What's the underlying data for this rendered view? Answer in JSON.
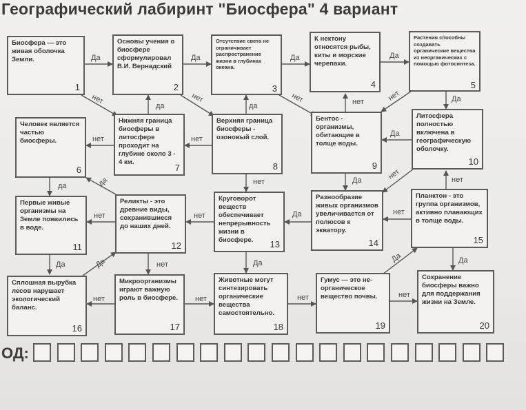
{
  "title": "Географический лабиринт \"Биосфера\"  4 вариант",
  "yes_label": "Да",
  "yes_label_lower": "да",
  "no_label": "нет",
  "code_label": "ОД:",
  "code_cells": 20,
  "boxes": {
    "b1": {
      "text": "Биосфера — это живая оболочка Земли.",
      "num": "1"
    },
    "b2": {
      "text": "Основы учения о биосфере сформулировал В.И. Вернадский",
      "num": "2"
    },
    "b3": {
      "text": "Отсутствие света не ограничивает распространение жизни в глубинах океана.",
      "num": "3"
    },
    "b4": {
      "text": "К нектону относятся рыбы, киты и морские черепахи.",
      "num": "4"
    },
    "b5": {
      "text": "Растения способны создавать органические вещества из неорганических с помощью фотосинтеза.",
      "num": "5"
    },
    "b6": {
      "text": "Человек является частью биосферы.",
      "num": "6"
    },
    "b7": {
      "text": "Нижняя граница биосферы в литосфере проходит на глубине около 3 - 4 км.",
      "num": "7"
    },
    "b8": {
      "text": "Верхняя граница биосферы - озоновый слой.",
      "num": "8"
    },
    "b9": {
      "text": "Бентос - организмы, обитающие в толще воды.",
      "num": "9"
    },
    "b10": {
      "text": "Литосфера полностью включена в географическую оболочку.",
      "num": "10"
    },
    "b11": {
      "text": "Первые живые организмы на Земле появились в воде.",
      "num": "11"
    },
    "b12": {
      "text": "Реликты - это древние виды, сохранившиеся до наших дней.",
      "num": "12"
    },
    "b13": {
      "text": "Круговорот веществ обеспечивает непрерывность жизни в биосфере.",
      "num": "13"
    },
    "b14": {
      "text": "Разнообразие живых организмов увеличивается от полюсов к экватору.",
      "num": "14"
    },
    "b15": {
      "text": "Планктон - это группа организмов, активно плавающих в толще воды.",
      "num": "15"
    },
    "b16": {
      "text": "Сплошная вырубка лесов нарушает экологический баланс.",
      "num": "16"
    },
    "b17": {
      "text": "Микроорганизмы играют важную роль в биосфере.",
      "num": "17"
    },
    "b18": {
      "text": "Животные могут синтезировать органические вещества самостоятельно.",
      "num": "18"
    },
    "b19": {
      "text": "Гумус — это не-органическое вещество почвы.",
      "num": "19"
    },
    "b20": {
      "text": "Сохранение биосферы важно для поддержания жизни на Земле.",
      "num": "20"
    }
  }
}
